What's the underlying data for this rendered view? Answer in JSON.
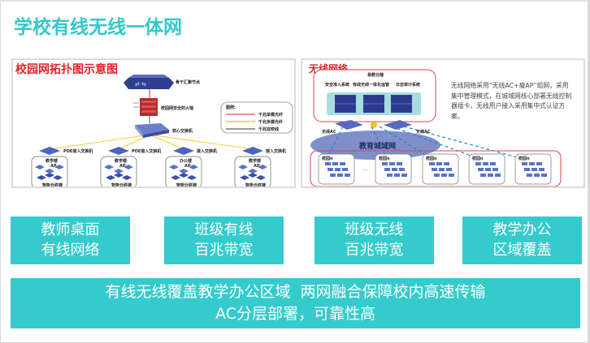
{
  "page_title": "学校有线无线一体网",
  "colors": {
    "accent": "#33c8c9",
    "box": "#35cbcc",
    "diagram_title": "#e8202a"
  },
  "left_diagram": {
    "title": "校园网拓扑图示意图",
    "nodes": {
      "backbone": "骨干汇聚节点",
      "firewall": "校园网安全防火墙",
      "core": "核心交换机"
    },
    "legend": {
      "title": "图例:",
      "items": [
        {
          "label": "千兆单模光纤",
          "color": "#f06a7a"
        },
        {
          "label": "千兆多模光纤",
          "color": "#f5cf3a"
        },
        {
          "label": "千兆双绞线",
          "color": "#777777"
        }
      ]
    },
    "access_switches": [
      "POE接入交换机",
      "POE接入交换机",
      "接入交换机",
      "接入交换机"
    ],
    "buildings": [
      {
        "name": "教学楼",
        "ap": "AP",
        "terminal": "智能云终端"
      },
      {
        "name": "教学楼",
        "ap": "AP",
        "terminal": "智能云终端"
      },
      {
        "name": "办公楼",
        "ap": "AP",
        "terminal": "智能云终端"
      },
      {
        "name": "教学楼",
        "ap": "AP",
        "terminal": "智能云终端"
      }
    ]
  },
  "right_diagram": {
    "title": "无线网络",
    "cloud_box_title": "易教云端",
    "systems": [
      "安全准入系统",
      "有线无线一体化运管",
      "日志审计系统"
    ],
    "ac_left": "无线AC",
    "ac_right": "无线AC",
    "network": "教育城域网",
    "campuses": [
      "校园n",
      "校园n",
      "校园n",
      "校园n",
      "校园n"
    ],
    "ellipsis": "…",
    "description": "无线网络采用“无线AC+瘦AP”组网，采用集中管理模式，在城域网核心部署无线控制器插卡，无线用户接入采用集中式认证方案。"
  },
  "feature_boxes": [
    {
      "line1": "教师桌面",
      "line2": "有线网络"
    },
    {
      "line1": "班级有线",
      "line2": "百兆带宽"
    },
    {
      "line1": "班级无线",
      "line2": "百兆带宽"
    },
    {
      "line1": "教学办公",
      "line2": "区域覆盖"
    }
  ],
  "summary": {
    "line1": "有线无线覆盖教学办公区域  两网融合保障校内高速传输",
    "line2": "AC分层部署，可靠性高"
  }
}
